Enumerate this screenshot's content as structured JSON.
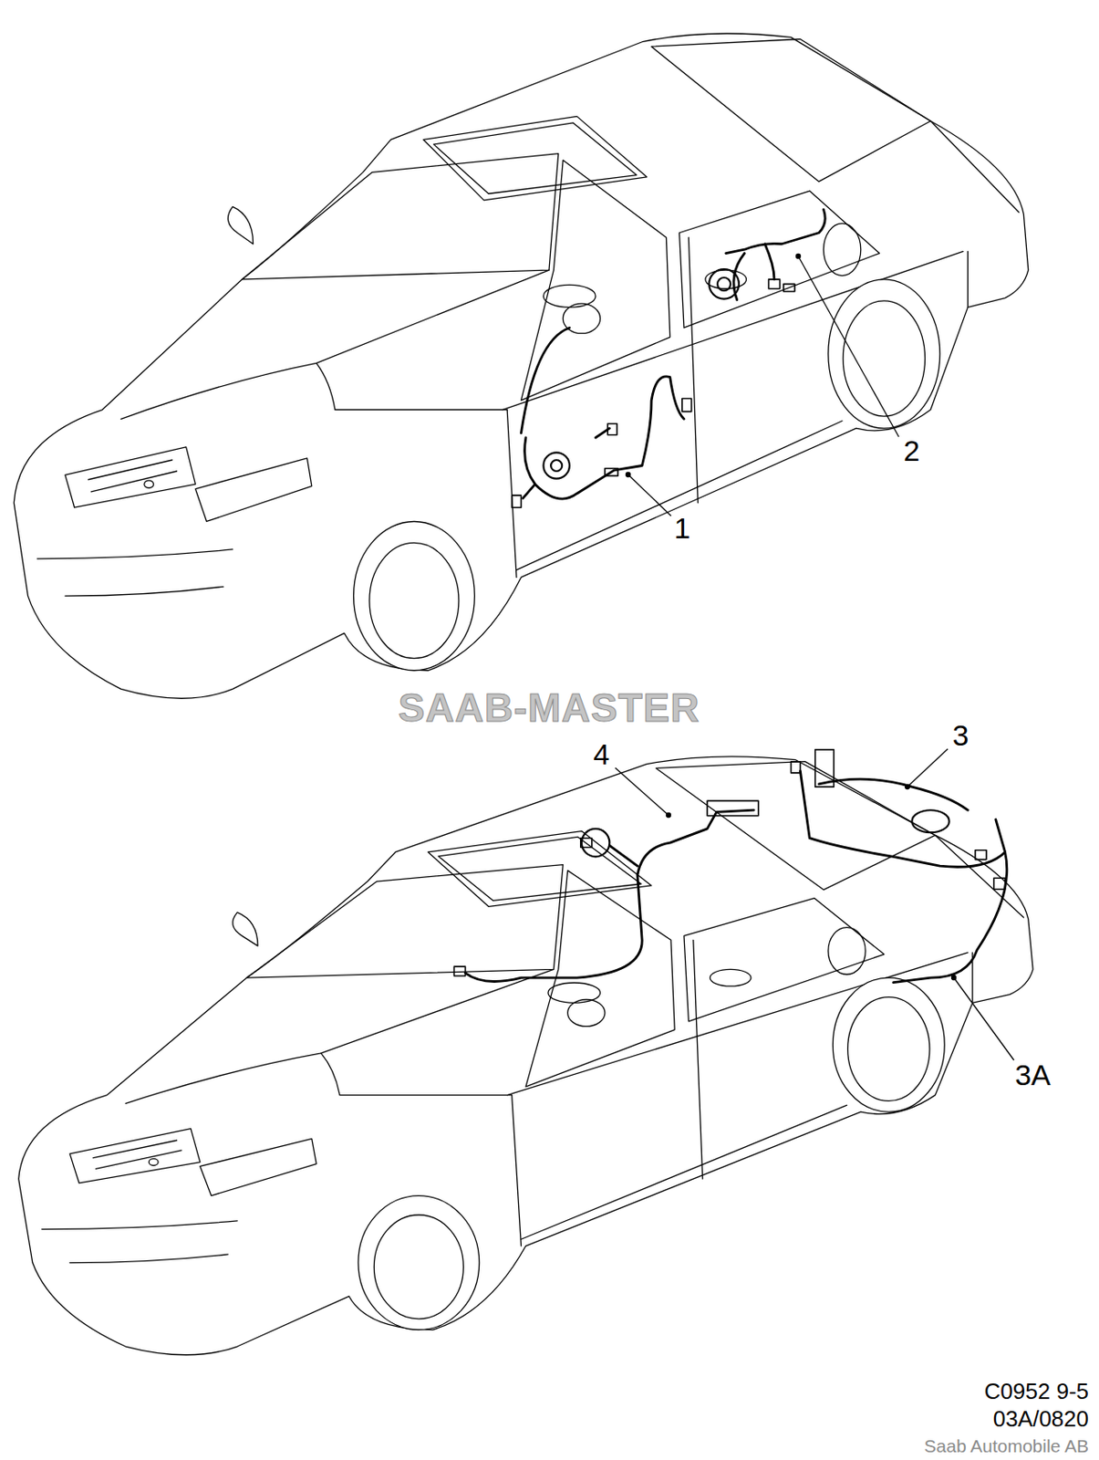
{
  "diagram": {
    "labels": [
      "1",
      "2",
      "SAAB-MASTER",
      "4",
      "3",
      "3A",
      "C0952 9-5",
      "03A/0820",
      "Saab Automobile AB"
    ]
  }
}
